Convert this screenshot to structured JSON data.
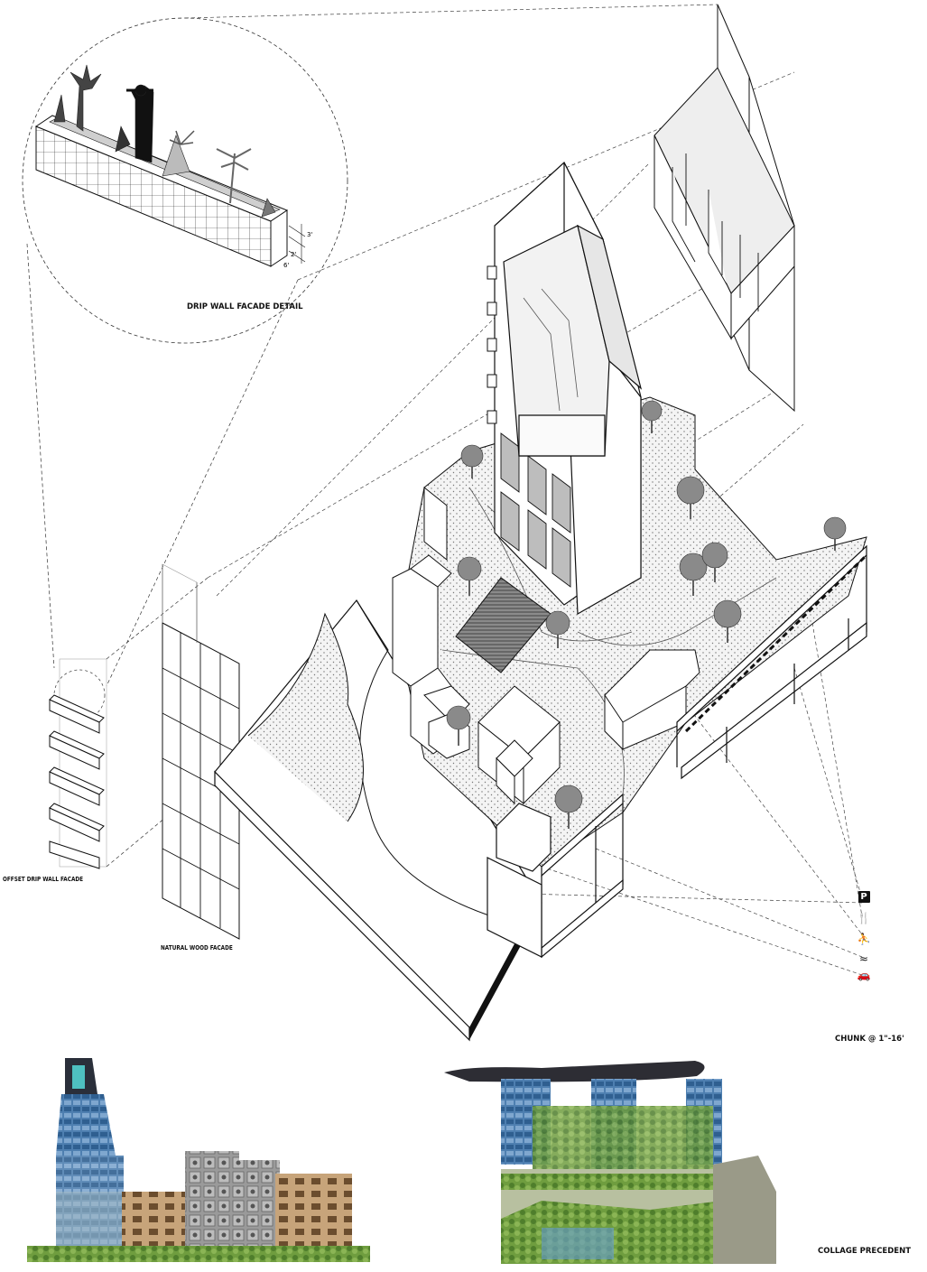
{
  "labels": {
    "drip_wall_detail": "DRIP WALL FACADE DETAIL",
    "offset_drip_wall": "OFFSET DRIP WALL FACADE",
    "natural_wood": "NATURAL WOOD FACADE",
    "chunk_scale": "CHUNK @ 1\"-16'",
    "collage_precedent": "COLLAGE PRECEDENT"
  },
  "dimensions": {
    "d1": "3'",
    "d2": "2'",
    "d3": "6'"
  },
  "legend": {
    "parking_letter": "P",
    "icons": [
      "parking-icon",
      "restaurant-icon",
      "playground-icon",
      "pool-icon",
      "taxi-icon"
    ],
    "glyphs": {
      "restaurant": "🍴",
      "playground": "⛹",
      "pool": "≈",
      "taxi": "🚗"
    }
  },
  "colors": {
    "line": "#111111",
    "dot_fill": "#d9d9d9",
    "tree": "#7a7a7a",
    "glass": "#4a78a8",
    "greenery": "#5d8f3a",
    "concrete": "#8c8c8c",
    "timber": "#b08a5a"
  }
}
